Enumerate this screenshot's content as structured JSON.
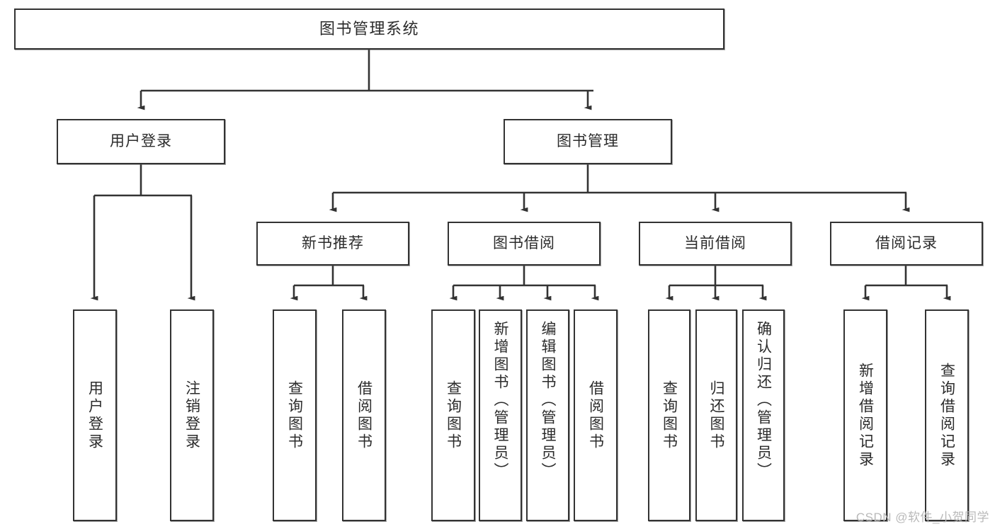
{
  "diagram": {
    "title": "图书管理系统",
    "type": "tree-hierarchy-chart",
    "watermark": "CSDN @软件_小贺同学",
    "colors": {
      "node_border": "#333333",
      "node_fill": "#ffffff",
      "edge": "#333333",
      "text": "#2b2b2b",
      "watermark": "#b9b9b9",
      "background": "#ffffff"
    },
    "root": {
      "label": "图书管理系统"
    },
    "level2": [
      {
        "label": "用户登录"
      },
      {
        "label": "图书管理"
      }
    ],
    "level3": [
      {
        "label": "新书推荐"
      },
      {
        "label": "图书借阅"
      },
      {
        "label": "当前借阅"
      },
      {
        "label": "借阅记录"
      }
    ],
    "leaves_user_login": [
      {
        "label": "用户登录"
      },
      {
        "label": "注销登录"
      }
    ],
    "leaves_new_books": [
      {
        "label": "查询图书"
      },
      {
        "label": "借阅图书"
      }
    ],
    "leaves_book_borrow": [
      {
        "label": "查询图书"
      },
      {
        "label": "新增图书（管理员）"
      },
      {
        "label": "编辑图书（管理员）"
      },
      {
        "label": "借阅图书"
      }
    ],
    "leaves_current_borrow": [
      {
        "label": "查询图书"
      },
      {
        "label": "归还图书"
      },
      {
        "label": "确认归还（管理员）"
      }
    ],
    "leaves_borrow_records": [
      {
        "label": "新增借阅记录"
      },
      {
        "label": "查询借阅记录"
      }
    ]
  }
}
